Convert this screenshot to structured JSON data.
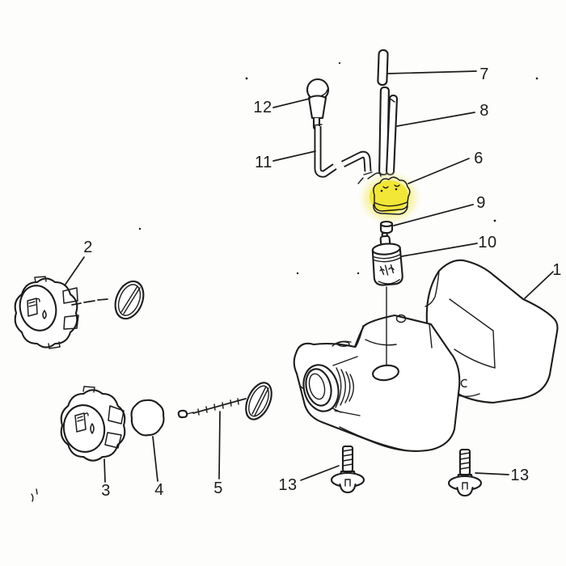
{
  "diagram": {
    "background": "#fdfdfc",
    "line_color": "#1c1c1c",
    "highlight_color": "#f2e636",
    "highlight_halo": "#f7f2a0",
    "highlighted_part_number": "6",
    "labels": [
      {
        "part": "1",
        "text": "1"
      },
      {
        "part": "2",
        "text": "2"
      },
      {
        "part": "3",
        "text": "3"
      },
      {
        "part": "4",
        "text": "4"
      },
      {
        "part": "5",
        "text": "5"
      },
      {
        "part": "6",
        "text": "6"
      },
      {
        "part": "7",
        "text": "7"
      },
      {
        "part": "8",
        "text": "8"
      },
      {
        "part": "9",
        "text": "9"
      },
      {
        "part": "10",
        "text": "10"
      },
      {
        "part": "11",
        "text": "11"
      },
      {
        "part": "12",
        "text": "12"
      },
      {
        "part": "13-left",
        "text": "13"
      },
      {
        "part": "13-right",
        "text": "13"
      }
    ]
  }
}
